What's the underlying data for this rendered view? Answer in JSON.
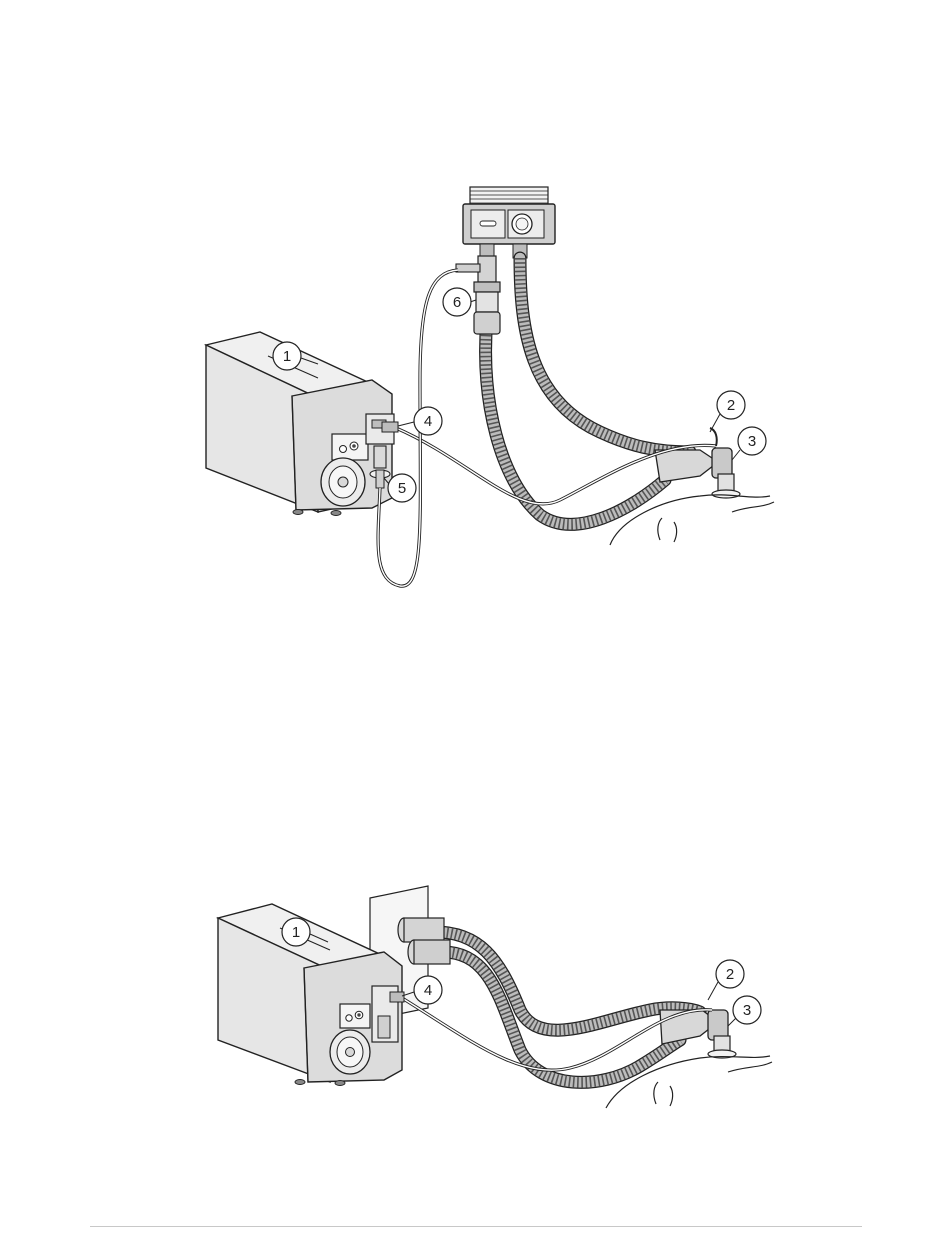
{
  "figures": [
    {
      "callouts": [
        "1",
        "2",
        "3",
        "4",
        "5",
        "6"
      ]
    },
    {
      "callouts": [
        "1",
        "2",
        "3",
        "4"
      ]
    }
  ],
  "colors": {
    "line": "#222222",
    "fill_light": "#e9e9e9",
    "fill_mid": "#bfbfbf",
    "fill_dark": "#6b6b6b",
    "rule": "#c8c8c8"
  },
  "icons": {
    "monitor": "module-box-illustration",
    "hose": "corrugated-tube-illustration",
    "callout": "numbered-circle-callout"
  }
}
